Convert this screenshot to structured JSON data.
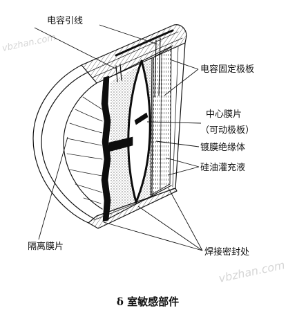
{
  "labels": {
    "capacitor_lead": "电容引线",
    "fixed_plate": "电容固定极板",
    "center_diaphragm": "中心膜片",
    "movable_plate": "（可动极板）",
    "coated_insulator": "镀膜绝缘体",
    "silicone_oil": "硅油灌充液",
    "isolation_diaphragm": "隔离膜片",
    "weld_seal": "焊接密封处"
  },
  "caption": "δ 室敏感部件",
  "watermark": "vbzhan.com",
  "colors": {
    "line": "#111111",
    "background": "#ffffff",
    "watermark": "#d6d6d6"
  }
}
